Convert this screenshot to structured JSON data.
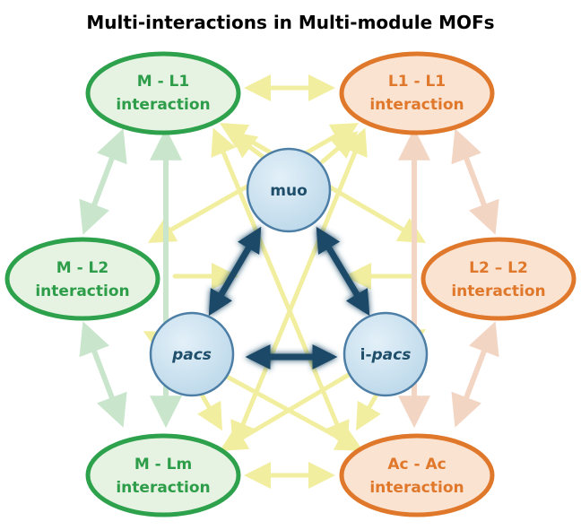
{
  "title": "Multi-interactions in Multi-module MOFs",
  "colors": {
    "green_fill": "#e6f3e2",
    "green_stroke": "#2ea14c",
    "green_text": "#2e9d4a",
    "orange_fill": "#fbe3d2",
    "orange_stroke": "#e0782b",
    "orange_text": "#e0782b",
    "blue_fill": "#c9e1ef",
    "blue_stroke": "#4d7ea5",
    "blue_text": "#1f4e6b",
    "dark_arrow": "#1b4a68",
    "yellow_arrow": "#f2eea0",
    "green_arrow": "#c9e6cd",
    "peach_arrow": "#f3d5c4"
  },
  "interactions": {
    "m_l1": {
      "line1": "M - L1",
      "line2": "interaction"
    },
    "m_l2": {
      "line1": "M - L2",
      "line2": "interaction"
    },
    "m_lm": {
      "line1": "M - Lm",
      "line2": "interaction"
    },
    "l1_l1": {
      "line1": "L1 - L1",
      "line2": "interaction"
    },
    "l2_l2": {
      "line1": "L2 – L2",
      "line2": "interaction"
    },
    "ac_ac": {
      "line1": "Ac - Ac",
      "line2": "interaction"
    }
  },
  "modules": {
    "muo": "muo",
    "pacs": "pacs",
    "ipacs_prefix": "i-",
    "ipacs_italic": "pacs"
  }
}
